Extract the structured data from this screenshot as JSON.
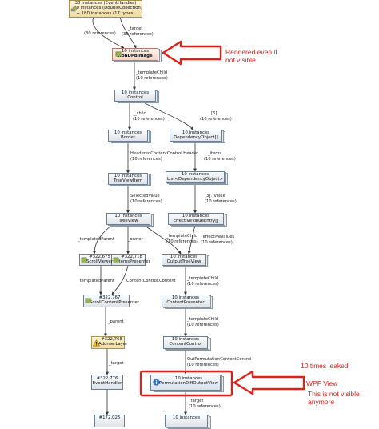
{
  "nodes": {
    "top": {
      "line1": "30 instances (EventHandler)",
      "line2": "30 instances (DoubleCollection)",
      "line3": "+ 180 instances (17 types)"
    },
    "nondpbimage": {
      "line1": "10 instances",
      "line2": "NonDPBImage"
    },
    "control": {
      "line1": "10 instances",
      "line2": "Control"
    },
    "border": {
      "line1": "10 instances",
      "line2": "Border"
    },
    "depobj": {
      "line1": "10 instances",
      "line2": "DependencyObject[]"
    },
    "treeviewitem": {
      "line1": "10 instances",
      "line2": "TreeViewItem"
    },
    "listdep": {
      "line1": "10 instances",
      "line2": "List<DependencyObject>"
    },
    "treeview": {
      "line1": "10 instances",
      "line2": "TreeView"
    },
    "effval": {
      "line1": "10 instances",
      "line2": "EffectiveValueEntry[]"
    },
    "scrollviewer": {
      "line1": "#322,675",
      "line2": "ScrollViewer"
    },
    "itemspresenter": {
      "line1": "#322,718",
      "line2": "ItemsPresenter"
    },
    "outputtreeview": {
      "line1": "10 instances",
      "line2": "OutputTreeView"
    },
    "scp": {
      "line1": "#322,767",
      "line2": "ScrollContentPresenter"
    },
    "contentpresenter": {
      "line1": "10 instances",
      "line2": "ContentPresenter"
    },
    "adornerlayer": {
      "line1": "#322,768",
      "line2": "AdornerLayer"
    },
    "contentcontrol": {
      "line1": "10 instances",
      "line2": "ContentControl"
    },
    "eventhandler": {
      "line1": "#322,776",
      "line2": "EventHandler"
    },
    "permutation": {
      "line1": "10 instances",
      "line2": "PermutationDiffOutputView"
    },
    "bottom_left": {
      "line1": "#172,025"
    },
    "bottom_right": {
      "line1": "10 instances"
    }
  },
  "edges": {
    "e1": "(30 references)",
    "e2a": "_target",
    "e2b": "(30 references)",
    "e3a": "_templateChild",
    "e3b": "(10 references)",
    "e4a": "_child",
    "e4b": "(10 references)",
    "e5a": "[6]",
    "e5b": "(10 references)",
    "e6a": "HeaderedContentControl.Header",
    "e6b": "(10 references)",
    "e7a": "_items",
    "e7b": "(10 references)",
    "e8a": "SelectedValue",
    "e8b": "(10 references)",
    "e9a": "[3]._value",
    "e9b": "(10 references)",
    "e10": "_templatedParent",
    "e11": "_owner",
    "e12a": "_templateChild",
    "e12b": "(10 references)",
    "e13a": "_effectiveValues",
    "e13b": "(10 references)",
    "e14": "_templatedParent",
    "e15": "ContentControl.Content",
    "e16a": "_templateChild",
    "e16b": "(10 references)",
    "e17": "_parent",
    "e18a": "_templateChild",
    "e18b": "(10 references)",
    "e19": "_target",
    "e20a": "OutPermutationContentControl",
    "e20b": "(10 references)",
    "e21a": "_target",
    "e21b": "(10 references)"
  },
  "annotations": {
    "rendered": "Rendered even if",
    "rendered2": "not visible",
    "leaked": "10 times leaked",
    "wpf": "WPF View",
    "notvisible": "This is not visible",
    "anymore": "anymore"
  },
  "colors": {
    "arrow": "#e0201a",
    "edge": "#333333",
    "highlight_box": "#e0201a"
  }
}
